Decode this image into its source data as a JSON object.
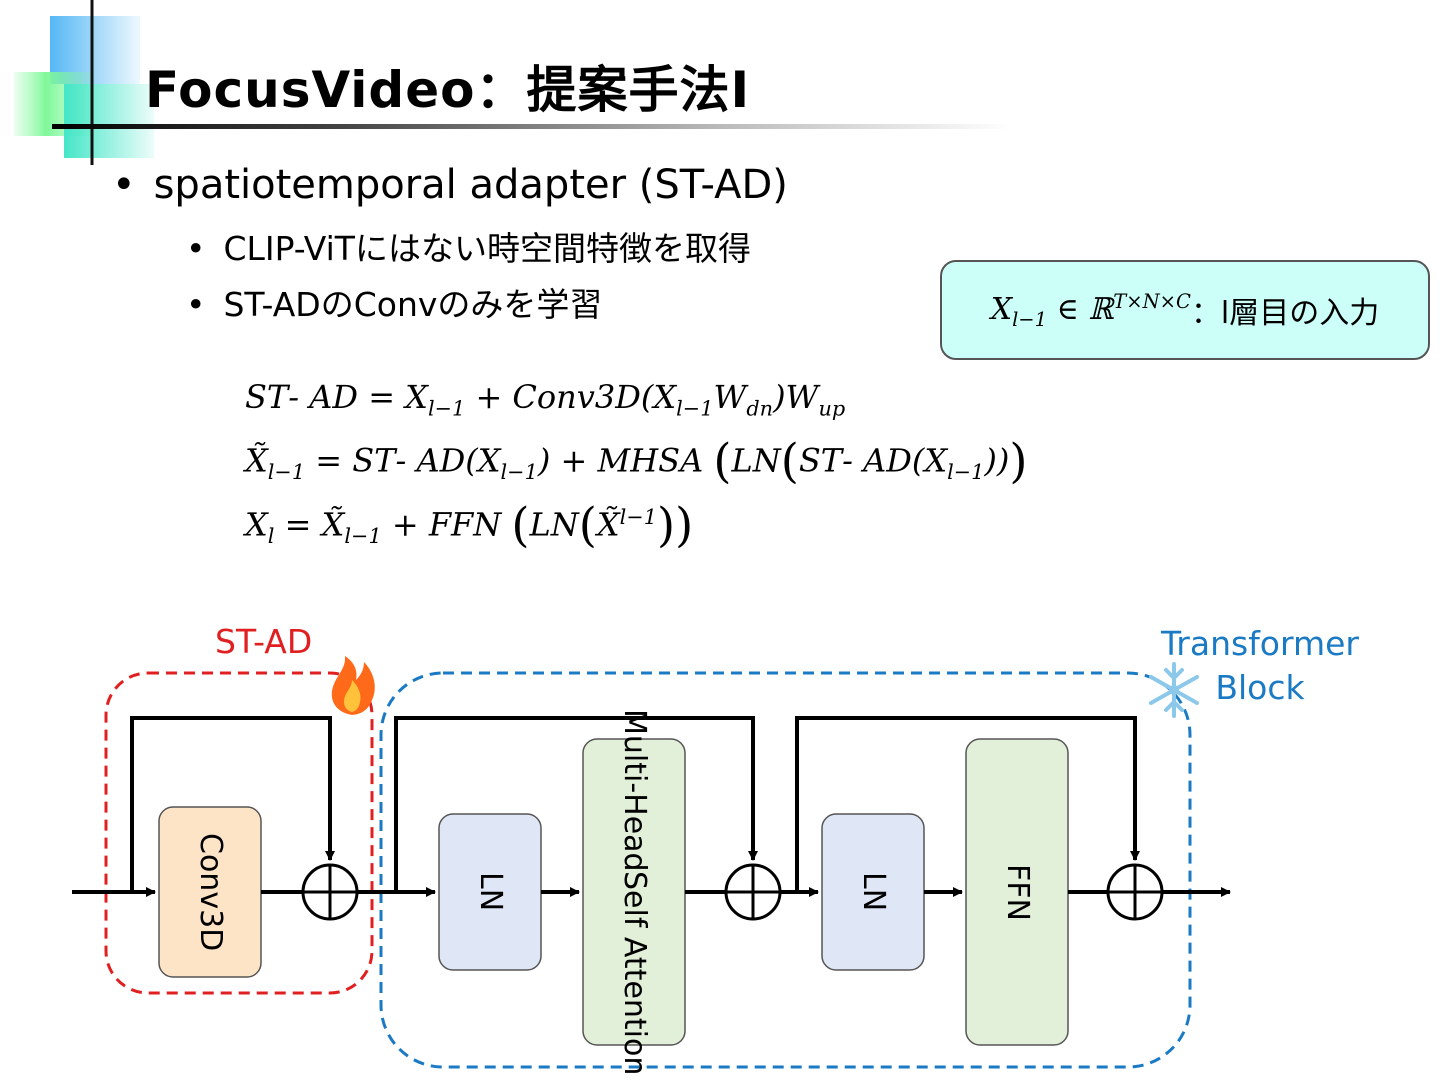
{
  "slide": {
    "title": "FocusVideo：提案手法Ⅰ",
    "bullets": [
      {
        "text": "spatiotemporal adapter (ST-AD)",
        "sub": [
          "CLIP-ViTにはない時空間特徴を取得",
          "ST-ADのConvのみを学習"
        ]
      }
    ],
    "bullet_symbol": "•",
    "infobox": {
      "suffix": "：l層目の入力"
    }
  },
  "diagram": {
    "st_ad_label": "ST-AD",
    "transformer_label_line1": "Transformer",
    "transformer_label_line2": "Block",
    "blocks": {
      "conv3d": "Conv3D",
      "ln1": "LN",
      "mhsa_line1": "Multi-Head",
      "mhsa_line2": "Self Attention",
      "ln2": "LN",
      "ffn": "FFN"
    },
    "icons": [
      "fire-icon",
      "snowflake-icon"
    ],
    "colors": {
      "st_ad": "#e02020",
      "transformer": "#1a7ac4",
      "conv3d_fill": "#fde4c6",
      "ln_fill": "#dfe6f5",
      "mhsa_ffn_fill": "#e2efd9",
      "infobox_fill": "#ccfff8"
    }
  }
}
